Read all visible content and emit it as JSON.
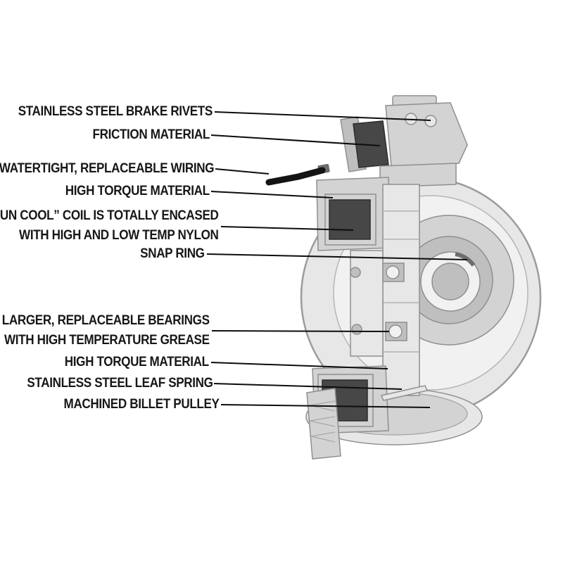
{
  "diagram": {
    "colors": {
      "background": "#ffffff",
      "label_text": "#171717",
      "leader_line": "#0d0d0d",
      "outline": "#8f8f8f",
      "part_lightest": "#f1f1f1",
      "part_light": "#e7e7e7",
      "part_mid": "#d3d3d3",
      "part_shadow": "#bfbfbf",
      "part_dark": "#474747",
      "wire_black": "#141414"
    },
    "labels": [
      {
        "text": "STAINLESS STEEL BRAKE RIVETS"
      },
      {
        "text": "FRICTION MATERIAL"
      },
      {
        "text": "WATERTIGHT, REPLACEABLE WIRING"
      },
      {
        "text": "HIGH TORQUE MATERIAL"
      },
      {
        "text": "“RUN COOL” COIL IS TOTALLY ENCASED",
        "text2": "WITH HIGH AND LOW TEMP NYLON"
      },
      {
        "text": "SNAP RING"
      },
      {
        "text": "LARGER, REPLACEABLE BEARINGS",
        "text2": "WITH HIGH TEMPERATURE GREASE"
      },
      {
        "text": "HIGH TORQUE MATERIAL"
      },
      {
        "text": "STAINLESS STEEL LEAF SPRING"
      },
      {
        "text": "MACHINED BILLET PULLEY"
      }
    ]
  }
}
